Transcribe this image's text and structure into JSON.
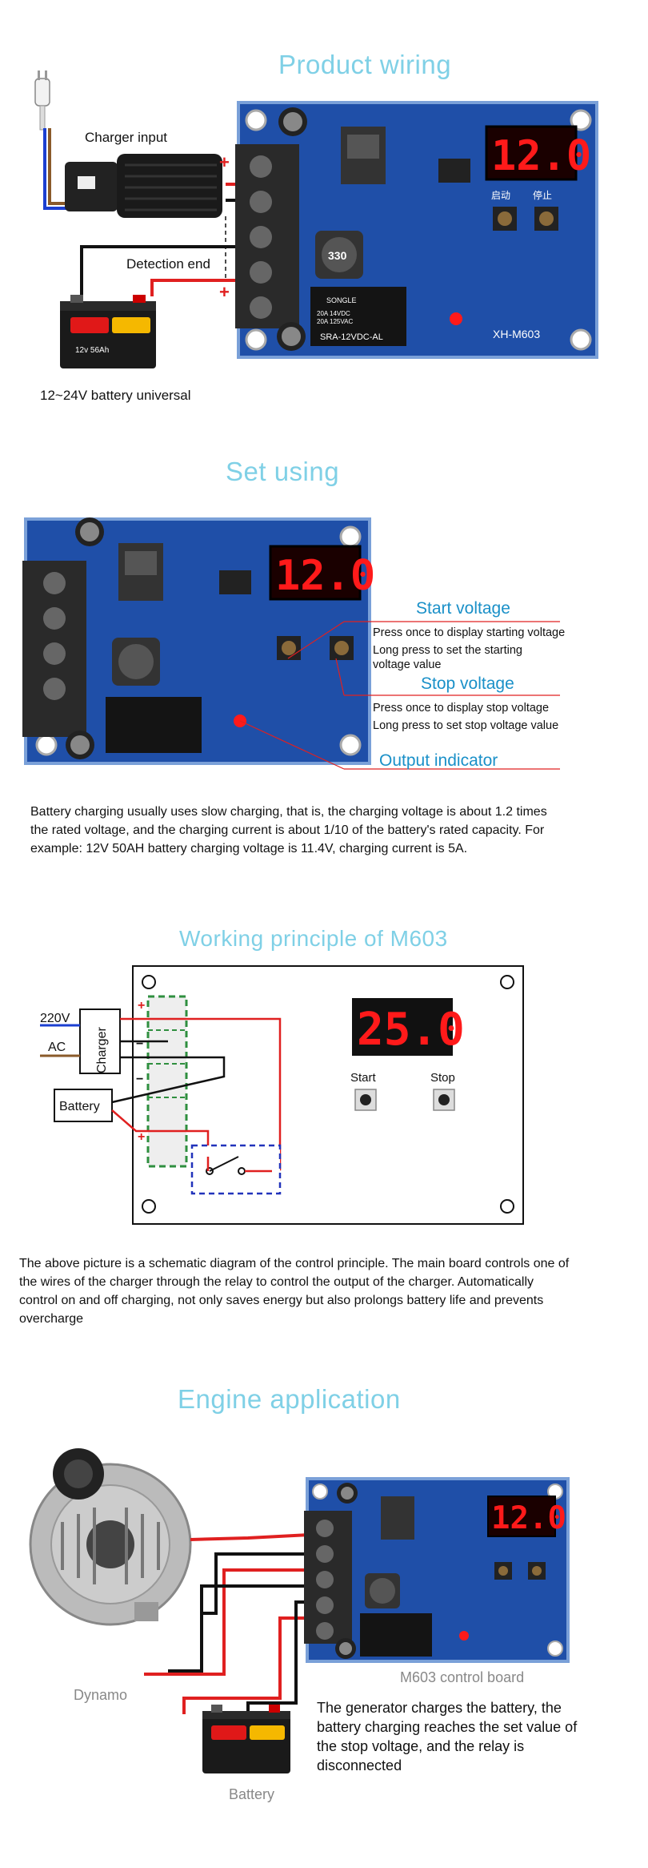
{
  "section1": {
    "title": "Product wiring",
    "charger_label": "Charger input",
    "detection_label": "Detection end",
    "battery_label": "12~24V battery universal",
    "display_value": "12.0",
    "button_start": "启动",
    "button_stop": "停止",
    "relay_line1": "SONGLE",
    "relay_line2": "20A 14VDC",
    "relay_line3": "20A 125VAC",
    "relay_model": "SRA-12VDC-AL",
    "board_model": "XH-M603",
    "inductor_code": "330",
    "battery_size": "12v 56Ah",
    "plus_sign": "+"
  },
  "section2": {
    "title": "Set using",
    "display_value": "12.0",
    "start_voltage_title": "Start voltage",
    "start_voltage_desc1": "Press once to display starting voltage",
    "start_voltage_desc2": "Long press to set the starting",
    "start_voltage_desc3": "voltage value",
    "stop_voltage_title": "Stop voltage",
    "stop_voltage_desc1": "Press once to display stop voltage",
    "stop_voltage_desc2": "Long press to set stop voltage value",
    "output_indicator_title": "Output indicator",
    "paragraph": "Battery charging usually uses slow charging, that is, the charging voltage is about 1.2 times the rated voltage, and the charging current is about 1/10 of the battery's rated capacity. For example: 12V 50AH battery charging voltage is 11.4V, charging current is 5A."
  },
  "section3": {
    "title": "Working principle of M603",
    "display_value": "25.0",
    "start_label": "Start",
    "stop_label": "Stop",
    "charger_label": "Charger",
    "battery_label": "Battery",
    "ac_label_1": "220V",
    "ac_label_2": "AC",
    "plus": "+",
    "minus": "−",
    "paragraph": "The above picture is a schematic diagram of the control principle. The main board controls one of the wires of the charger through the relay to control the output of the charger. Automatically control on and off charging, not only saves energy but also prolongs battery life and prevents overcharge"
  },
  "section4": {
    "title": "Engine application",
    "dynamo_label": "Dynamo",
    "board_label": "M603 control board",
    "battery_label": "Battery",
    "paragraph": "The generator charges the battery, the battery charging reaches the set value of the stop voltage, and the relay is disconnected",
    "display_value": "12.0"
  },
  "colors": {
    "title_cyan": "#7fd0e6",
    "annotation_blue": "#1a90c8",
    "pcb_blue": "#1f4fa8",
    "led_red": "#ff1a1a",
    "wire_red": "#e02020",
    "wire_black": "#111111",
    "dashed_green": "#2f8f3f",
    "dashed_blue": "#2233bb"
  }
}
